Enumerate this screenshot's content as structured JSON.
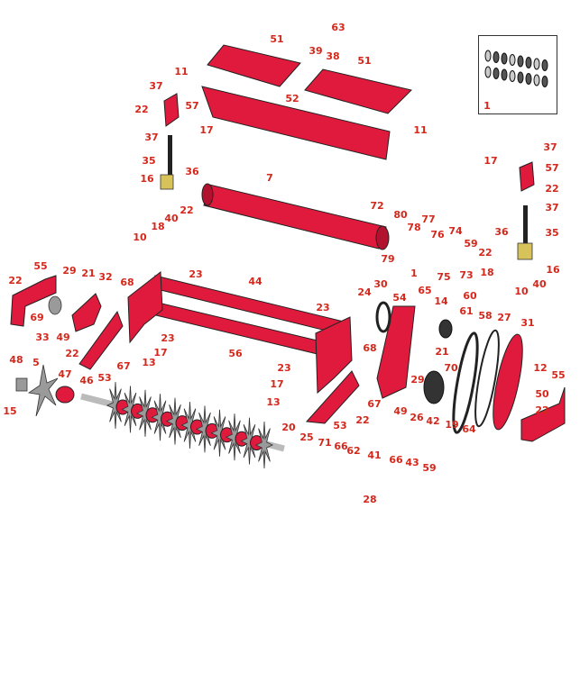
{
  "title": "Exploded parts diagram - spiker reel assembly",
  "inset": {
    "label": "1"
  },
  "callouts": [
    "63",
    "51",
    "39",
    "38",
    "51",
    "11",
    "37",
    "57",
    "22",
    "52",
    "17",
    "37",
    "11",
    "35",
    "36",
    "16",
    "7",
    "22",
    "40",
    "18",
    "10",
    "72",
    "80",
    "78",
    "77",
    "76",
    "74",
    "59",
    "79",
    "1",
    "75",
    "73",
    "37",
    "17",
    "57",
    "22",
    "37",
    "35",
    "36",
    "22",
    "18",
    "16",
    "40",
    "10",
    "55",
    "22",
    "29",
    "21",
    "32",
    "68",
    "23",
    "44",
    "69",
    "33",
    "49",
    "22",
    "67",
    "13",
    "53",
    "17",
    "23",
    "56",
    "23",
    "48",
    "5",
    "47",
    "46",
    "15",
    "23",
    "17",
    "13",
    "20",
    "25",
    "71",
    "66",
    "62",
    "41",
    "66",
    "43",
    "59",
    "28",
    "24",
    "30",
    "54",
    "65",
    "14",
    "60",
    "61",
    "58",
    "27",
    "31",
    "68",
    "21",
    "29",
    "70",
    "12",
    "55",
    "50",
    "67",
    "22",
    "53",
    "49",
    "26",
    "42",
    "19",
    "64",
    "22"
  ],
  "colors": {
    "part_red": "#e01a3c",
    "label_red": "#d4281c"
  }
}
